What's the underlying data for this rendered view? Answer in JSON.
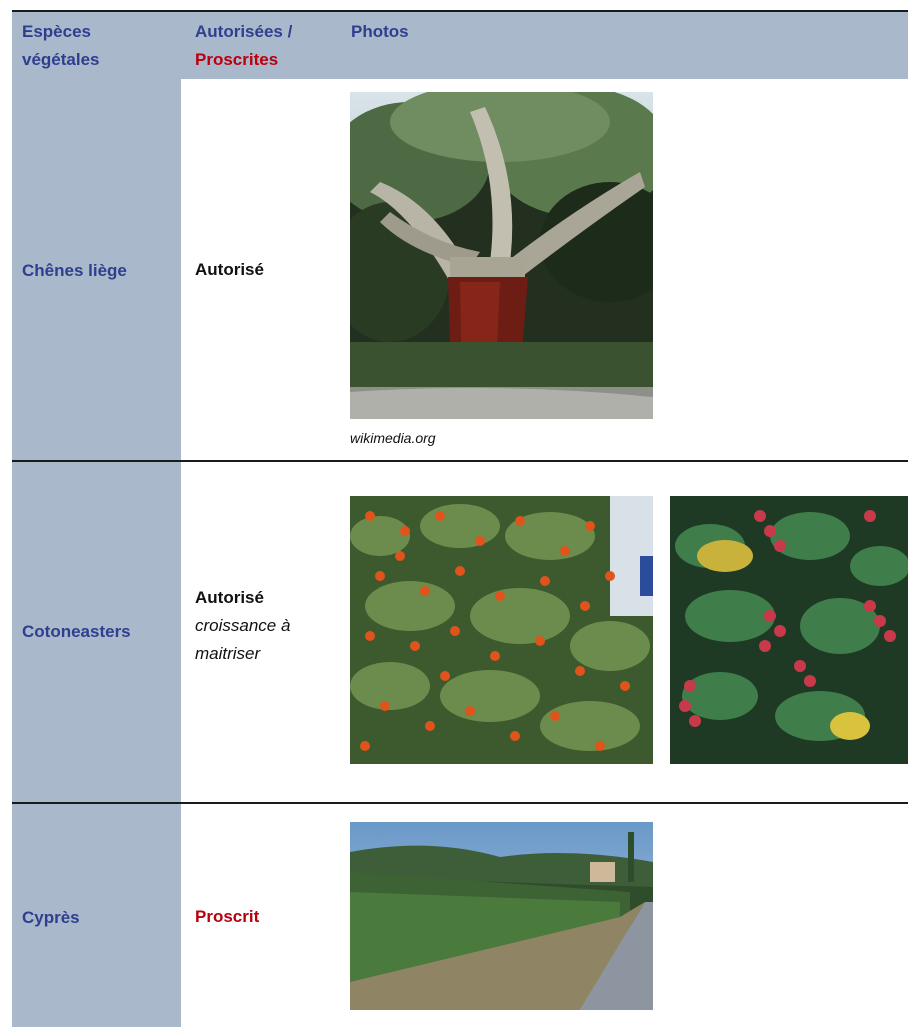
{
  "header": {
    "species_line1": "Espèces",
    "species_line2": "végétales",
    "status_line1": "Autorisées /",
    "status_line2": "Proscrites",
    "photos": "Photos"
  },
  "rows": [
    {
      "species": "Chênes liège",
      "status": "Autorisé",
      "status_note": "",
      "photos": [
        {
          "name": "cork-oak-photo",
          "caption": "wikimedia.org"
        }
      ]
    },
    {
      "species": "Cotoneasters",
      "status": "Autorisé",
      "status_note_line1": "croissance à",
      "status_note_line2": "maitriser",
      "photos": [
        {
          "name": "cotoneaster-hedge-photo"
        },
        {
          "name": "cotoneaster-leaves-photo"
        }
      ]
    },
    {
      "species": "Cyprès",
      "status": "Proscrit",
      "photos": [
        {
          "name": "cypress-hedge-photo"
        }
      ]
    }
  ],
  "colors": {
    "header_bg": "#aab8cb",
    "species_text": "#2e3f8f",
    "proscribed_text": "#b8000e"
  }
}
